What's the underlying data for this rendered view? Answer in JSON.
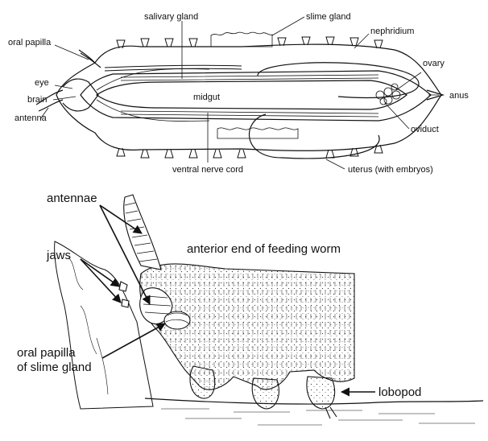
{
  "top_diagram": {
    "labels": {
      "salivary_gland": "salivary gland",
      "slime_gland": "slime gland",
      "oral_papilla": "oral papilla",
      "nephridium": "nephridium",
      "ovary": "ovary",
      "eye": "eye",
      "brain": "brain",
      "antenna": "antenna",
      "midgut": "midgut",
      "anus": "anus",
      "oviduct": "oviduct",
      "ventral_nerve_cord": "ventral nerve cord",
      "uterus": "uterus (with embryos)"
    }
  },
  "bottom_diagram": {
    "labels": {
      "antennae": "antennae",
      "jaws": "jaws",
      "title": "anterior end of feeding worm",
      "oral_papilla_line1": "oral papilla",
      "oral_papilla_line2": "of slime gland",
      "lobopod": "lobopod"
    }
  },
  "colors": {
    "ink": "#111111",
    "background": "#ffffff"
  }
}
